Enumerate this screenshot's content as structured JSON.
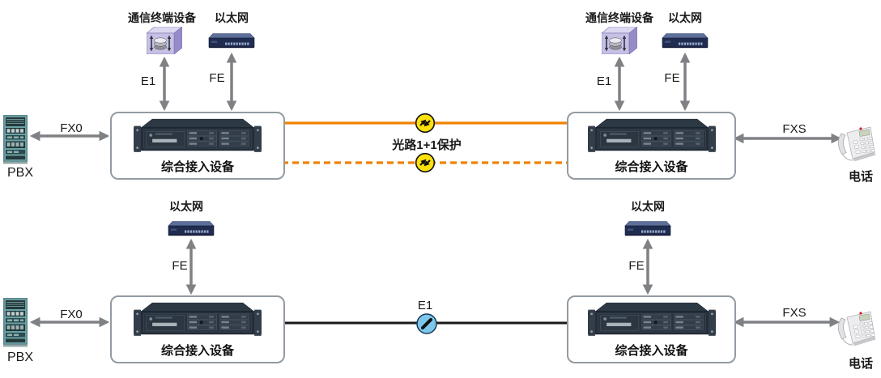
{
  "top_section": {
    "left": {
      "terminal_device_label": "通信终端设备",
      "ethernet_label": "以太网",
      "e1_link_label": "E1",
      "fe_link_label": "FE",
      "fx0_link_label": "FX0",
      "pbx_label": "PBX",
      "device_label": "综合接入设备"
    },
    "right": {
      "terminal_device_label": "通信终端设备",
      "ethernet_label": "以太网",
      "e1_link_label": "E1",
      "fe_link_label": "FE",
      "fxs_link_label": "FXS",
      "phone_label": "电话",
      "device_label": "综合接入设备"
    },
    "fiber_label": "光路1+1保护"
  },
  "bottom_section": {
    "left": {
      "ethernet_label": "以太网",
      "fe_link_label": "FE",
      "fx0_link_label": "FX0",
      "pbx_label": "PBX",
      "device_label": "综合接入设备"
    },
    "right": {
      "ethernet_label": "以太网",
      "fe_link_label": "FE",
      "fxs_link_label": "FXS",
      "phone_label": "电话",
      "device_label": "综合接入设备"
    },
    "e1_label": "E1"
  },
  "colors": {
    "fiber_line_orange": "#F08200",
    "e1_line_black": "#1A1A1A",
    "arrow_gray": "#7F8184",
    "protection_icon_yellow": "#FFE10A",
    "e1_icon_blue": "#7CC7EA",
    "device_box_border": "#929BA2"
  },
  "icons": {
    "terminal_device": "purple-3d-box-with-disc-stack-icon",
    "ethernet": "navy-switch-icon",
    "pbx": "teal-cabinet-icon",
    "phone": "desk-telephone-icon",
    "fiber_protection": "yellow-circle-two-arrows-icon",
    "e1_link": "blue-circle-diagonal-line-icon"
  }
}
